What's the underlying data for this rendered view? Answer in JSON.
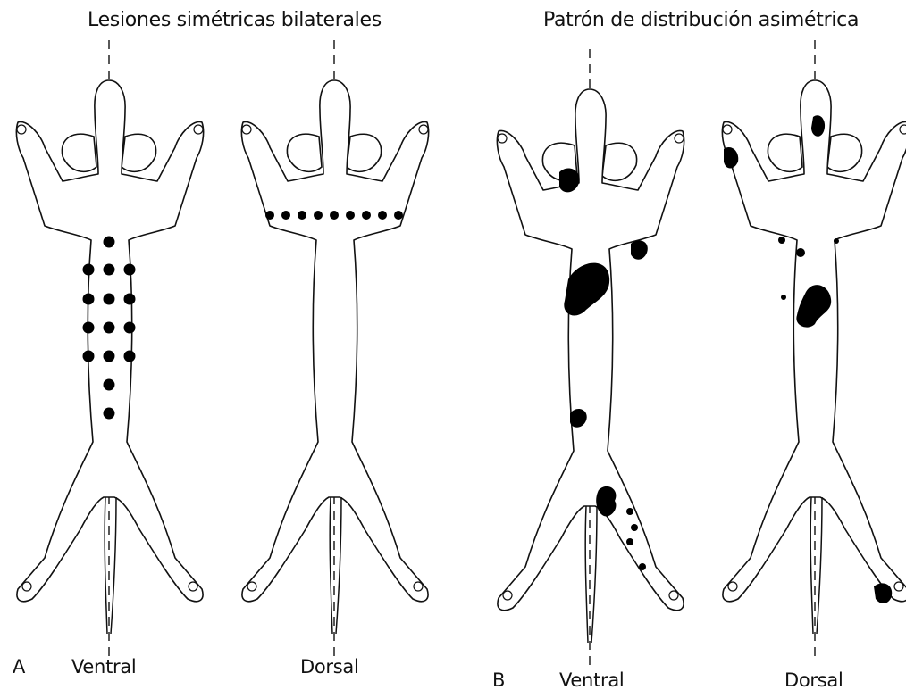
{
  "titles": {
    "symmetric": "Lesiones simétricas bilaterales",
    "asymmetric": "Patrón de distribución asimétrica"
  },
  "panels": {
    "a": {
      "letter": "A",
      "ventral_label": "Ventral",
      "dorsal_label": "Dorsal"
    },
    "b": {
      "letter": "B",
      "ventral_label": "Ventral",
      "dorsal_label": "Dorsal"
    }
  },
  "colors": {
    "ink": "#111111",
    "lesion": "#000000",
    "background": "#ffffff"
  }
}
